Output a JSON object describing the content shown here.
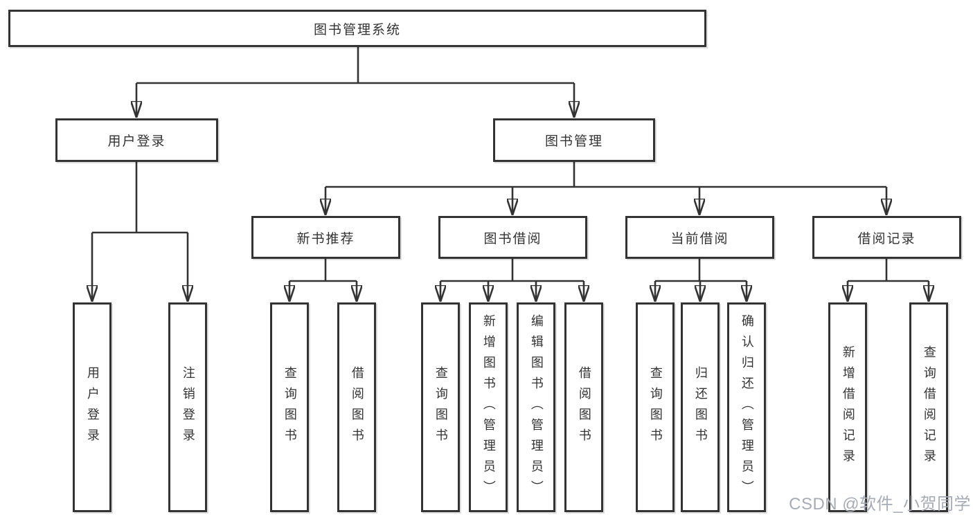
{
  "diagram_title": "图书管理系统",
  "tree": {
    "root": {
      "label": "图书管理系统"
    },
    "branches": [
      {
        "label": "用户登录",
        "children": [
          {
            "label": "用户登录"
          },
          {
            "label": "注销登录"
          }
        ]
      },
      {
        "label": "图书管理",
        "children": [
          {
            "label": "新书推荐",
            "children": [
              {
                "label": "查询图书"
              },
              {
                "label": "借阅图书"
              }
            ]
          },
          {
            "label": "图书借阅",
            "children": [
              {
                "label": "查询图书"
              },
              {
                "label": "新增图书（管理员）"
              },
              {
                "label": "编辑图书（管理员）"
              },
              {
                "label": "借阅图书"
              }
            ]
          },
          {
            "label": "当前借阅",
            "children": [
              {
                "label": "查询图书"
              },
              {
                "label": "归还图书"
              },
              {
                "label": "确认归还（管理员）"
              }
            ]
          },
          {
            "label": "借阅记录",
            "children": [
              {
                "label": "新增借阅记录"
              },
              {
                "label": "查询借阅记录"
              }
            ]
          }
        ]
      }
    ]
  },
  "watermark": {
    "text": "CSDN @软件_小贺同学"
  },
  "colors": {
    "background": "#ffffff",
    "line": "#333333",
    "box_border": "#333333",
    "text": "#333333",
    "watermark": "#a6acb5"
  }
}
